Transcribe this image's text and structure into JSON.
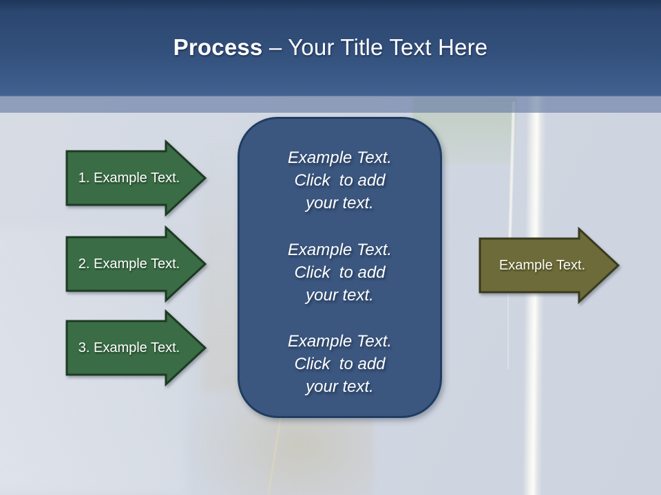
{
  "title": {
    "bold": "Process",
    "rest": "– Your Title Text Here"
  },
  "steps": [
    {
      "label": "1. Example Text."
    },
    {
      "label": "2. Example Text."
    },
    {
      "label": "3. Example Text."
    }
  ],
  "center_box": {
    "paragraphs": [
      {
        "lines": [
          "Example Text.",
          "Click  to add",
          "your text."
        ]
      },
      {
        "lines": [
          "Example Text.",
          "Click  to add",
          "your text."
        ]
      },
      {
        "lines": [
          "Example Text.",
          "Click  to add",
          "your text."
        ]
      }
    ]
  },
  "result_arrow": {
    "label": "Example Text."
  },
  "colors": {
    "header_gradient_top": "#1d3659",
    "header_gradient_bottom": "#41618f",
    "divider_band": "#93a3bd",
    "body_background": "#d3d8e2",
    "step_arrow_fill": "#3a6d45",
    "step_arrow_border": "#1d3a23",
    "result_arrow_fill": "#6c6b39",
    "result_arrow_border": "#3a3a1d",
    "center_box_fill": "#3b577f",
    "center_box_border": "#1f3d62",
    "text_color": "#ffffff"
  }
}
